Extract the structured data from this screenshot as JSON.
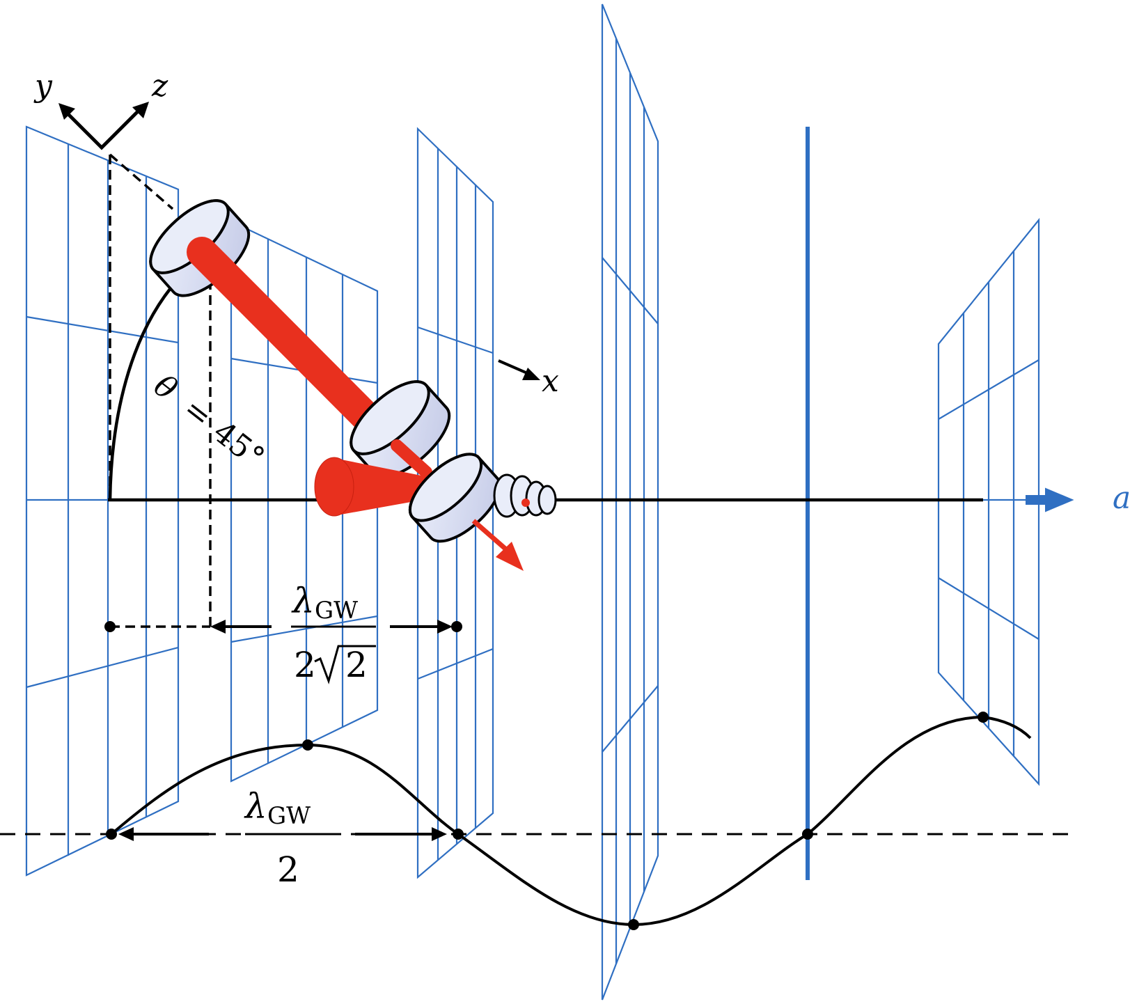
{
  "axes": {
    "y": "y",
    "z": "z",
    "x": "x",
    "a": "a"
  },
  "angle": {
    "symbol": "θ",
    "equals": "=",
    "value": "45°"
  },
  "dim_upper": {
    "numerator_main": "λ",
    "numerator_sub": "GW",
    "denominator_2": "2",
    "denominator_radicand": "2"
  },
  "dim_lower": {
    "numerator_main": "λ",
    "numerator_sub": "GW",
    "denominator": "2"
  },
  "colors": {
    "grid": "#2F6FC2",
    "beam": "#E8301E",
    "ink": "#000000",
    "cylinder_fill": "#DDE3F5"
  }
}
